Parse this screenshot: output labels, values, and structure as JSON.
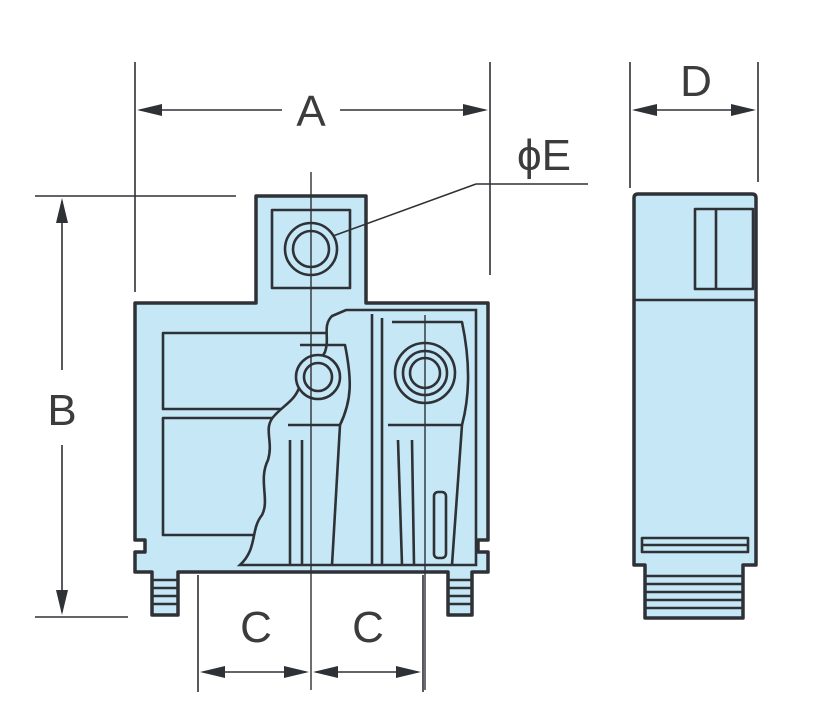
{
  "dimensions": {
    "A": "A",
    "B": "B",
    "C_left": "C",
    "C_right": "C",
    "D": "D",
    "E": "ϕE"
  },
  "colors": {
    "body_fill": "#c6e7f6",
    "line": "#2e3136",
    "background": "#ffffff"
  }
}
